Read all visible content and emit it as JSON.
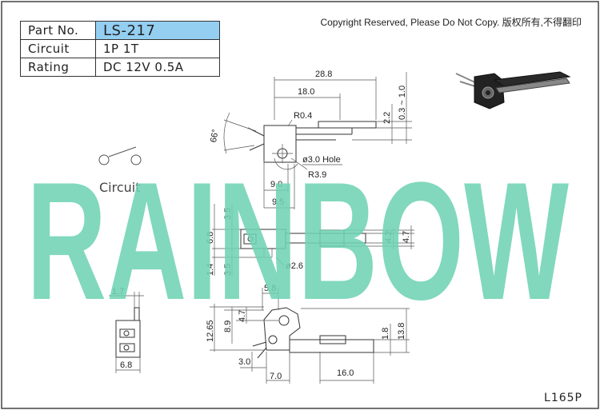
{
  "spec": {
    "rows": [
      {
        "key": "Part No.",
        "value": "LS-217"
      },
      {
        "key": "Circuit",
        "value": "1P 1T"
      },
      {
        "key": "Rating",
        "value": "DC 12V 0.5A"
      }
    ],
    "highlight_color": "#94cff2"
  },
  "copyright": "Copyright Reserved, Please Do Not Copy. 版权所有,不得翻印",
  "watermark": "RAINBOW",
  "watermark_color": "#6fd3b4",
  "circuit_label": "Circuit",
  "footer_code": "L165P",
  "dimensions": {
    "top_view": {
      "overall_length": "28.8",
      "length_to_actuator": "18.0",
      "corner_radius": "R0.4",
      "tab_offset_a": "2.2",
      "tab_offset_b": "0.3 ~ 1.0",
      "angle": "66°",
      "hole": "ø3.0 Hole",
      "hole_radius": "R3.9",
      "x_9_0": "9.0",
      "x_9_5": "9.5"
    },
    "mid_view": {
      "h_3_5": "3.5",
      "h_6_8": "6.8",
      "h_1_4": "1.4",
      "h_3_5_low": "3.5",
      "pin_dia": "ø2.6",
      "h_4_2": "4.2",
      "h_4_7": "4.7"
    },
    "side_view": {
      "w_1_7": "1.7",
      "w_6_8": "6.8"
    },
    "bottom_view": {
      "w_5_8": "5.8",
      "h_12_65": "12.65",
      "h_8_9": "8.9",
      "h_4_7": "4.7",
      "w_3_0": "3.0",
      "w_7_0": "7.0",
      "w_16_0": "16.0",
      "h_1_8": "1.8",
      "h_13_8": "13.8"
    }
  }
}
